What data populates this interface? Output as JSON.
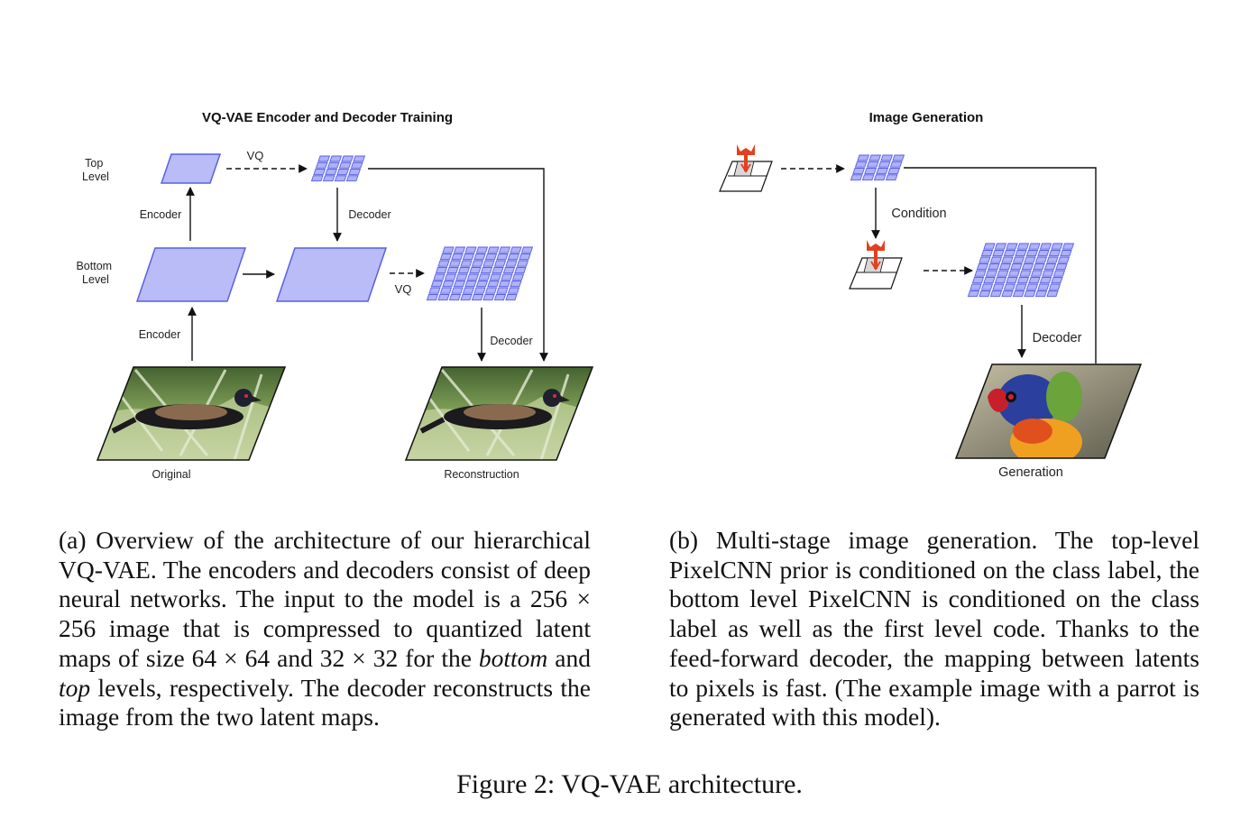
{
  "panel_a": {
    "title": "VQ-VAE Encoder and Decoder Training",
    "level_top": [
      "Top",
      "Level"
    ],
    "level_bottom": [
      "Bottom",
      "Level"
    ],
    "encoder_top": "Encoder",
    "encoder_bottom": "Encoder",
    "vq_top": "VQ",
    "vq_bottom": "VQ",
    "decoder_mid": "Decoder",
    "decoder_right": "Decoder",
    "original": "Original",
    "reconstruction": "Reconstruction"
  },
  "panel_b": {
    "title": "Image Generation",
    "condition": "Condition",
    "decoder": "Decoder",
    "generation": "Generation"
  },
  "caption_a": {
    "lead": "(a) Overview of the architecture of our hierarchical VQ-VAE. The encoders and decoders consist of deep neural networks. The input to the model is a 256 × 256 image that is compressed to quantized latent maps of size 64 × 64 and 32 × 32 for the ",
    "em1": "bottom",
    "mid": " and ",
    "em2": "top",
    "tail": " levels, respectively. The decoder reconstructs the image from the two latent maps."
  },
  "caption_b": "(b) Multi-stage image generation. The top-level PixelCNN prior is conditioned on the class label, the bottom level PixelCNN is conditioned on the class label as well as the first level code. Thanks to the feed-forward decoder, the mapping between latents to pixels is fast. (The example image with a parrot is generated with this model).",
  "figure_caption": "Figure 2: VQ-VAE architecture.",
  "colors": {
    "latent_fill": "#b9bcf7",
    "latent_stroke": "#5a5fe6",
    "grid_fill": "#aeb2f6",
    "pixelcnn_red": "#e2401f"
  }
}
